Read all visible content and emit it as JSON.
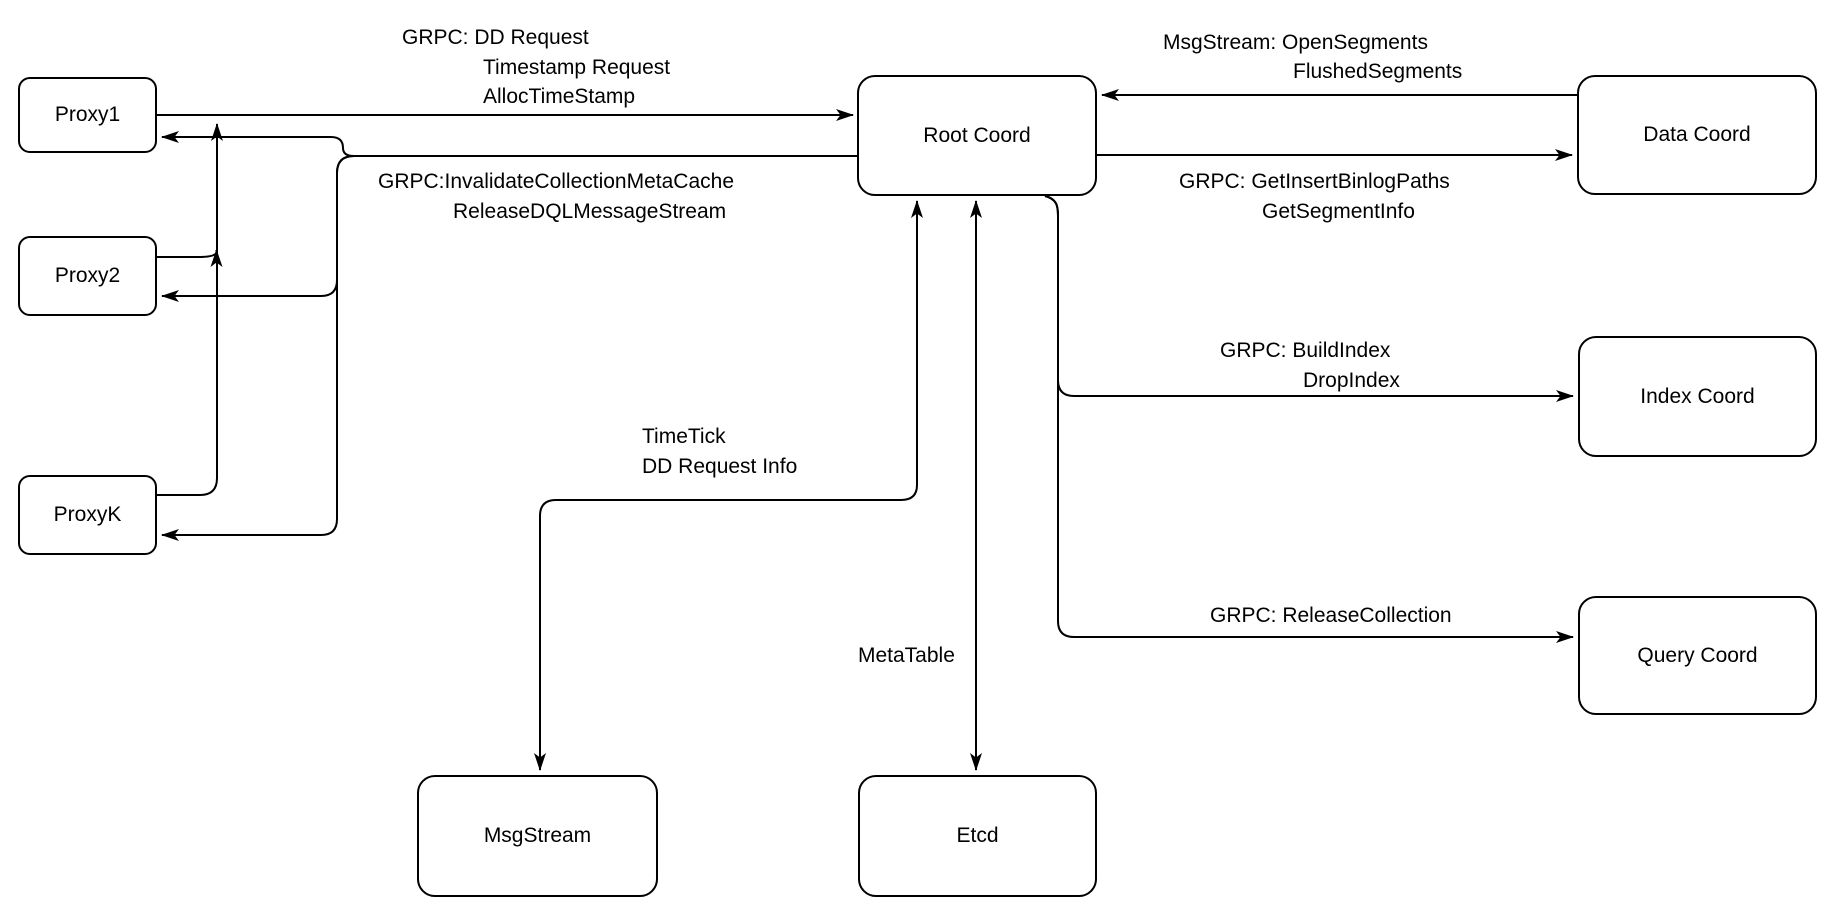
{
  "diagram": {
    "title": "Root Coord interaction diagram",
    "colors": {
      "stroke": "#000000",
      "background": "#ffffff",
      "node_fill": "#ffffff"
    },
    "nodes": {
      "proxy1": {
        "label": "Proxy1"
      },
      "proxy2": {
        "label": "Proxy2"
      },
      "proxyk": {
        "label": "ProxyK"
      },
      "root_coord": {
        "label": "Root Coord"
      },
      "data_coord": {
        "label": "Data Coord"
      },
      "index_coord": {
        "label": "Index Coord"
      },
      "query_coord": {
        "label": "Query Coord"
      },
      "msg_stream": {
        "label": "MsgStream"
      },
      "etcd": {
        "label": "Etcd"
      }
    },
    "edge_labels": {
      "grpc_dd": {
        "lines": [
          "GRPC: DD Request",
          "Timestamp Request",
          "AllocTimeStamp"
        ]
      },
      "invalidate": {
        "lines": [
          "GRPC:InvalidateCollectionMetaCache",
          "ReleaseDQLMessageStream"
        ]
      },
      "msgstream_segments": {
        "lines": [
          "MsgStream: OpenSegments",
          "FlushedSegments"
        ]
      },
      "get_binlog": {
        "lines": [
          "GRPC: GetInsertBinlogPaths",
          "GetSegmentInfo"
        ]
      },
      "build_index": {
        "lines": [
          "GRPC: BuildIndex",
          "DropIndex"
        ]
      },
      "release_collection": {
        "lines": [
          "GRPC: ReleaseCollection"
        ]
      },
      "timetick": {
        "lines": [
          "TimeTick",
          "DD Request Info"
        ]
      },
      "metatable": {
        "lines": [
          "MetaTable"
        ]
      }
    }
  }
}
